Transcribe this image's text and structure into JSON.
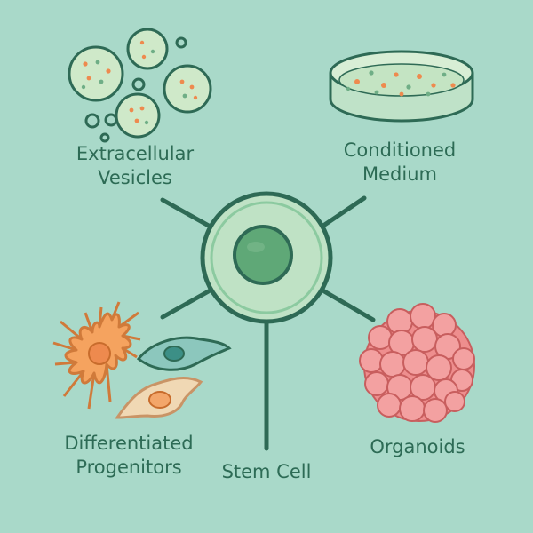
{
  "diagram": {
    "center": {
      "label": "Stem Cell"
    },
    "branches": [
      {
        "id": "extracellular-vesicles",
        "lines": [
          "Extracellular",
          "Vesicles"
        ]
      },
      {
        "id": "conditioned-medium",
        "lines": [
          "Conditioned",
          "Medium"
        ]
      },
      {
        "id": "differentiated-progenitors",
        "lines": [
          "Differentiated",
          "Progenitors"
        ]
      },
      {
        "id": "organoids",
        "lines": [
          "Organoids"
        ]
      }
    ]
  },
  "colors": {
    "background": "#a9d9c9",
    "line": "#2e6a55",
    "text": "#2d6b55",
    "cell_fill": "#bfe2c5",
    "nucleus": "#5fa877",
    "organoid": "#ee8e8e",
    "orange_dot": "#ee8a4e"
  },
  "icons": {
    "vesicles": "vesicles-icon",
    "petri_dish": "petri-dish-icon",
    "progenitors": "progenitor-cells-icon",
    "organoid": "organoid-icon",
    "stem_cell": "stem-cell-icon"
  }
}
